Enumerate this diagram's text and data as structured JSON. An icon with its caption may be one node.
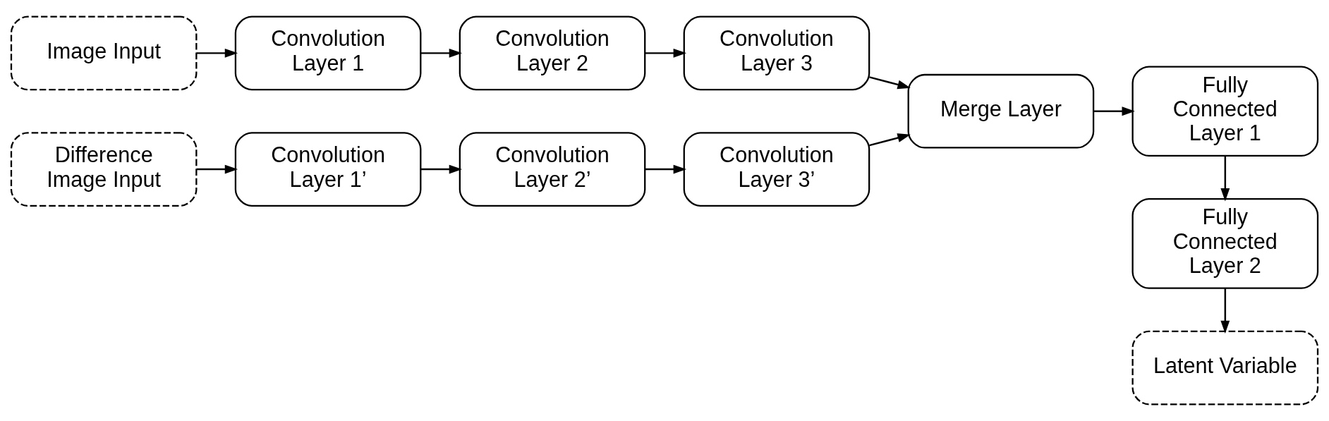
{
  "diagram": {
    "nodes": [
      {
        "text": [
          "Image Input"
        ]
      },
      {
        "text": [
          "Convolution Layer 1"
        ]
      },
      {
        "text": [
          "Convolution Layer 2"
        ]
      },
      {
        "text": [
          "Convolution Layer 3"
        ]
      },
      {
        "text": [
          "Difference Image Input"
        ]
      },
      {
        "text": [
          "Convolution Layer 1’"
        ]
      },
      {
        "text": [
          "Convolution Layer 2’"
        ]
      },
      {
        "text": [
          "Convolution Layer 3’"
        ]
      },
      {
        "text": [
          "Merge Layer"
        ]
      },
      {
        "text": [
          "Fully Connected Layer 1"
        ]
      },
      {
        "text": [
          "Fully Connected Layer 2"
        ]
      },
      {
        "text": [
          "Latent Variable"
        ]
      }
    ],
    "edges": [
      {
        "from": 0,
        "to": 1,
        "arrow": "to"
      },
      {
        "from": 1,
        "to": 2,
        "arrow": "to"
      },
      {
        "from": 2,
        "to": 3,
        "arrow": "to"
      },
      {
        "from": 4,
        "to": 5,
        "arrow": "to"
      },
      {
        "from": 5,
        "to": 6,
        "arrow": "to"
      },
      {
        "from": 6,
        "to": 7,
        "arrow": "to"
      },
      {
        "from": 3,
        "to": 8,
        "arrow": "to"
      },
      {
        "from": 7,
        "to": 8,
        "arrow": "to"
      },
      {
        "from": 8,
        "to": 9,
        "arrow": "to"
      },
      {
        "from": 9,
        "to": 10,
        "arrow": "to"
      },
      {
        "from": 10,
        "to": 11,
        "arrow": "to"
      }
    ]
  }
}
